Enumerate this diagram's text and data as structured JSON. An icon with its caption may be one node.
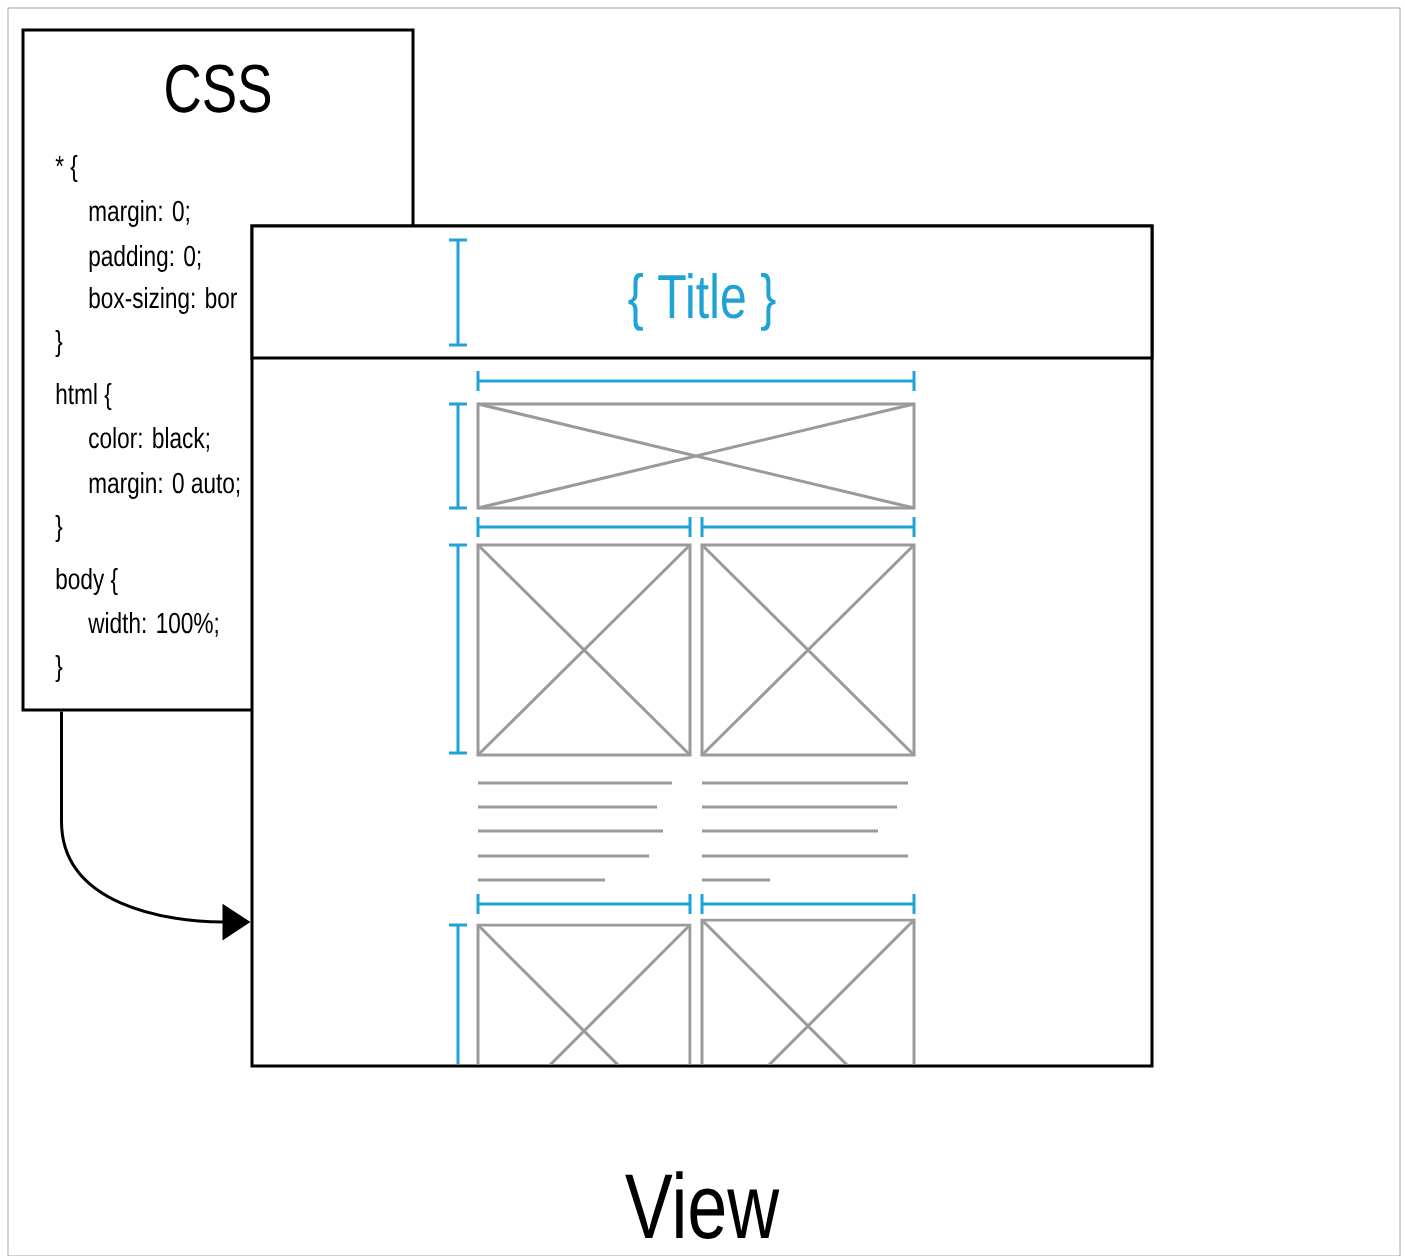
{
  "diagram": {
    "nodes": [
      {
        "text": [
          "CSS",
          "* {",
          "margin: 0;",
          "padding: 0;",
          "box-sizing: bor",
          "}",
          "html {",
          "color: black;",
          "margin: 0 auto;",
          "}",
          "body {",
          "width: 100%;",
          "}"
        ]
      },
      {
        "text": [],
        "shape": "box",
        "beside": [
          "View"
        ]
      },
      {
        "text": [
          "{ Title }"
        ],
        "in": 1
      }
    ],
    "edges": [
      {
        "from": 0,
        "to": 1,
        "arrow": "to"
      }
    ]
  }
}
